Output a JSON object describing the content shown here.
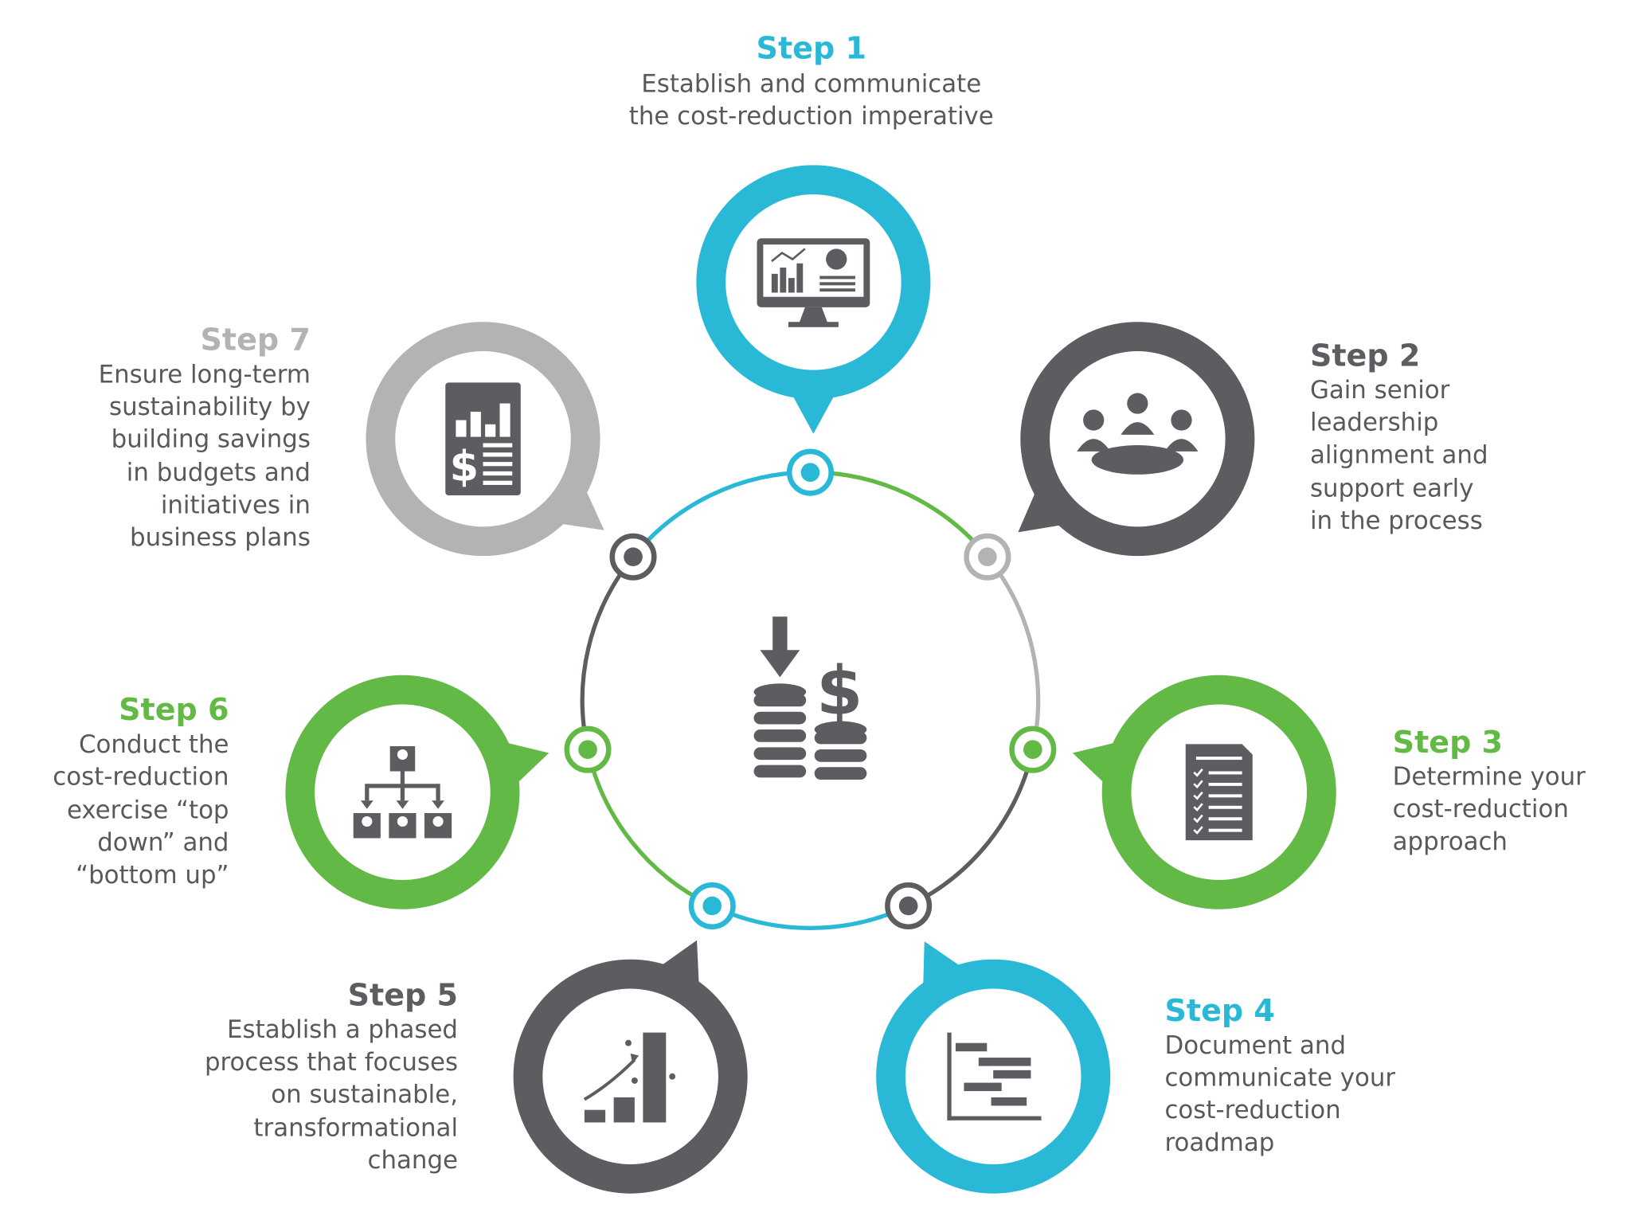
{
  "colors": {
    "cyan": "#29b9d6",
    "green": "#63b946",
    "dark": "#5b5d60",
    "light": "#b3b3b3",
    "text": "#58595b"
  },
  "center_icon": "coins-down-dollar-icon",
  "steps": [
    {
      "title": "Step 1",
      "lines": [
        "Establish and communicate",
        "the cost-reduction imperative"
      ],
      "color": "#29b9d6",
      "icon": "monitor-chart-icon"
    },
    {
      "title": "Step 2",
      "lines": [
        "Gain senior",
        "leadership",
        "alignment and",
        "support early",
        "in the process"
      ],
      "color": "#5b5d60",
      "icon": "meeting-people-icon"
    },
    {
      "title": "Step 3",
      "lines": [
        "Determine your",
        "cost-reduction",
        "approach"
      ],
      "color": "#63b946",
      "icon": "checklist-document-icon"
    },
    {
      "title": "Step 4",
      "lines": [
        "Document and",
        "communicate your",
        "cost-reduction",
        "roadmap"
      ],
      "color": "#29b9d6",
      "icon": "gantt-chart-icon"
    },
    {
      "title": "Step 5",
      "lines": [
        "Establish a phased",
        "process that focuses",
        "on sustainable,",
        "transformational",
        "change"
      ],
      "color": "#5b5d60",
      "icon": "growth-chart-icon"
    },
    {
      "title": "Step 6",
      "lines": [
        "Conduct the",
        "cost-reduction",
        "exercise “top",
        "down” and",
        "“bottom up”"
      ],
      "color": "#63b946",
      "icon": "org-chart-icon"
    },
    {
      "title": "Step 7",
      "lines": [
        "Ensure long-term",
        "sustainability by",
        "building savings",
        "in budgets and",
        "initiatives in",
        "business plans"
      ],
      "color": "#b3b3b3",
      "icon": "budget-report-icon"
    }
  ]
}
